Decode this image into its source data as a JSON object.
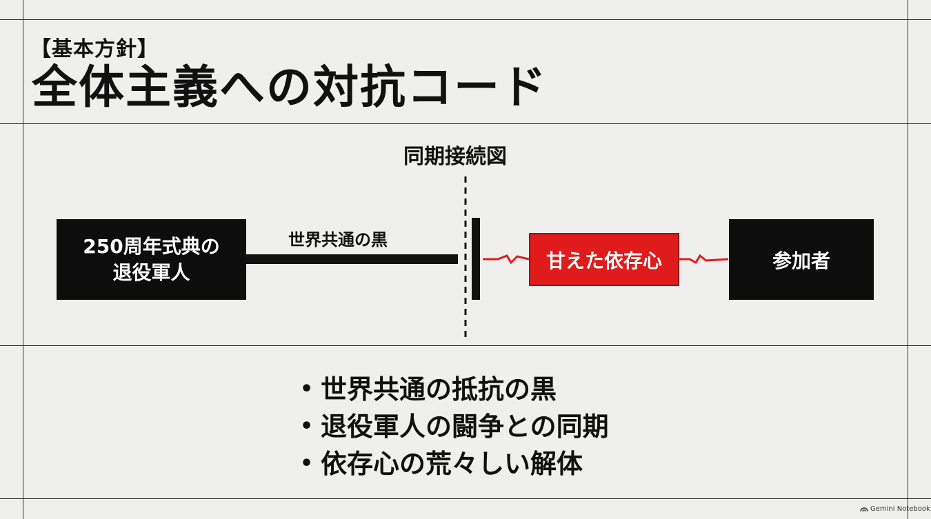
{
  "header": {
    "category": "【基本方針】",
    "title": "全体主義への対抗コード"
  },
  "diagram": {
    "title": "同期接続図",
    "left_box": {
      "line1": "250周年式典の",
      "line2": "退役軍人"
    },
    "connection_label": "世界共通の黒",
    "middle_box": "甘えた依存心",
    "right_box": "参加者"
  },
  "bullets": [
    "世界共通の抵抗の黒",
    "退役軍人の闘争との同期",
    "依存心の荒々しい解体"
  ],
  "footer": {
    "brand": "Gemini Notebook"
  },
  "colors": {
    "background": "#efefed",
    "accent": "#e01b1b",
    "box": "#0d0d0d"
  }
}
